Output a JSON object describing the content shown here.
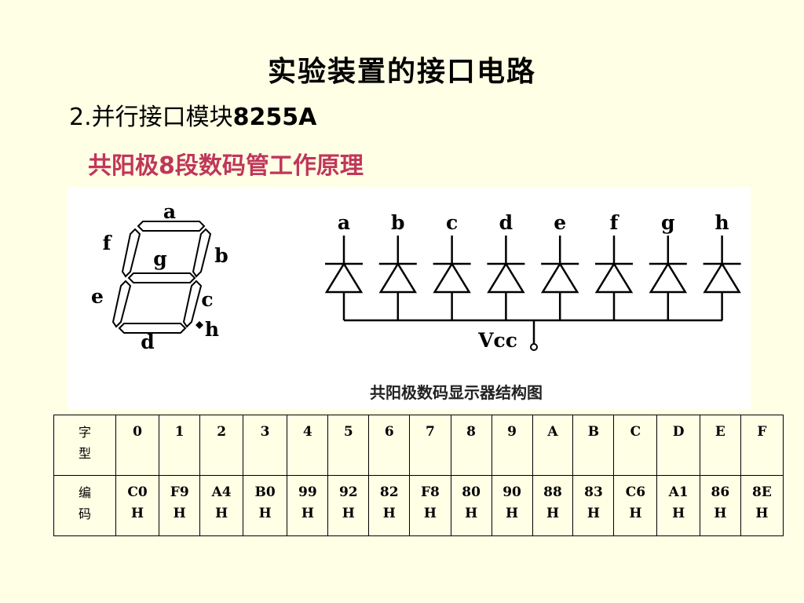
{
  "slide": {
    "title": "实验装置的接口电路",
    "subtitle_prefix": "2.并行接口模块",
    "subtitle_chip": "8255A",
    "heading": "共阳极8段数码管工作原理"
  },
  "diagram": {
    "segment_labels": {
      "a": "a",
      "b": "b",
      "c": "c",
      "d": "d",
      "e": "e",
      "f": "f",
      "g": "g",
      "h": "h"
    },
    "pins": [
      "a",
      "b",
      "c",
      "d",
      "e",
      "f",
      "g",
      "h"
    ],
    "vcc_label": "Vcc",
    "caption": "共阳极数码显示器结构图"
  },
  "table": {
    "row1_header": "字型",
    "row2_header": "编码",
    "columns": [
      {
        "glyph": "0",
        "code": "C0H"
      },
      {
        "glyph": "1",
        "code": "F9H"
      },
      {
        "glyph": "2",
        "code": "A4H"
      },
      {
        "glyph": "3",
        "code": "B0H"
      },
      {
        "glyph": "4",
        "code": "99H"
      },
      {
        "glyph": "5",
        "code": "92H"
      },
      {
        "glyph": "6",
        "code": "82H"
      },
      {
        "glyph": "7",
        "code": "F8H"
      },
      {
        "glyph": "8",
        "code": "80H"
      },
      {
        "glyph": "9",
        "code": "90H"
      },
      {
        "glyph": "A",
        "code": "88H"
      },
      {
        "glyph": "B",
        "code": "83H"
      },
      {
        "glyph": "C",
        "code": "C6H"
      },
      {
        "glyph": "D",
        "code": "A1H"
      },
      {
        "glyph": "E",
        "code": "86H"
      },
      {
        "glyph": "F",
        "code": "8EH"
      }
    ]
  }
}
